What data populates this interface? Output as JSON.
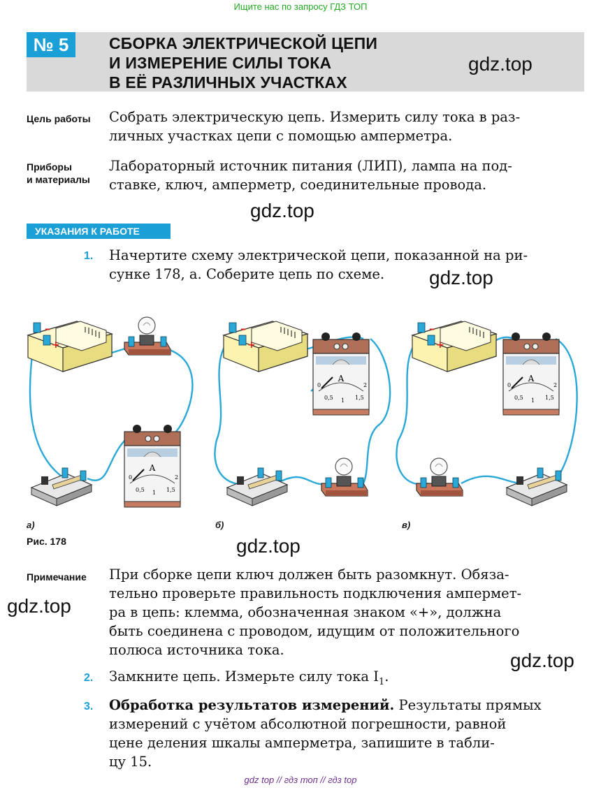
{
  "top_banner": "Ищите нас по запросу ГДЗ ТОП",
  "header": {
    "number": "№ 5",
    "title_lines": [
      "СБОРКА ЭЛЕКТРИЧЕСКОЙ ЦЕПИ",
      "И ИЗМЕРЕНИЕ СИЛЫ ТОКА",
      "В ЕЁ РАЗЛИЧНЫХ УЧАСТКАХ"
    ]
  },
  "watermark": "gdz.top",
  "goal": {
    "label": "Цель работы",
    "text_lines": [
      "Собрать электрическую цепь. Измерить силу тока в раз-",
      "личных участках цепи с помощью амперметра."
    ]
  },
  "materials": {
    "label_lines": [
      "Приборы",
      "и материалы"
    ],
    "text_lines": [
      "Лабораторный источник питания (ЛИП), лампа на под-",
      "ставке, ключ, амперметр, соединительные провода."
    ]
  },
  "section_title": "УКАЗАНИЯ К РАБОТЕ",
  "step1": {
    "num": "1.",
    "lines": [
      "Начертите схему электрической цепи, показанной на ри-",
      "сунке 178, а. Соберите цепь по схеме."
    ]
  },
  "figure": {
    "captions": [
      "а)",
      "б)",
      "в)"
    ],
    "label": "Рис. 178",
    "ammeter": {
      "letter": "A",
      "scale": [
        "0",
        "0,5",
        "1",
        "1,5",
        "2"
      ]
    }
  },
  "note": {
    "label": "Примечание",
    "lines": [
      "При сборке цепи ключ должен быть разомкнут. Обяза-",
      "тельно проверьте правильность подключения ампермет-",
      "ра в цепь: клемма, обозначенная знаком «+», должна",
      "быть соединена с проводом, идущим от положительного",
      "полюса источника тока."
    ]
  },
  "step2": {
    "num": "2.",
    "text": "Замкните цепь. Измерьте силу тока I",
    "sub": "1",
    "end": "."
  },
  "step3": {
    "num": "3.",
    "bold": "Обработка результатов измерений.",
    "lines": [
      " Результаты прямых",
      "измерений с учётом абсолютной погрешности, равной",
      "цене деления шкалы амперметра, запишите в табли-",
      "цу 15."
    ]
  },
  "bottom_banner": "gdz top  //  гдз топ  //  гдз top",
  "colors": {
    "accent": "#1a9fd6",
    "wire": "#2aa8d8",
    "header_bg": "#d9d9d9"
  }
}
